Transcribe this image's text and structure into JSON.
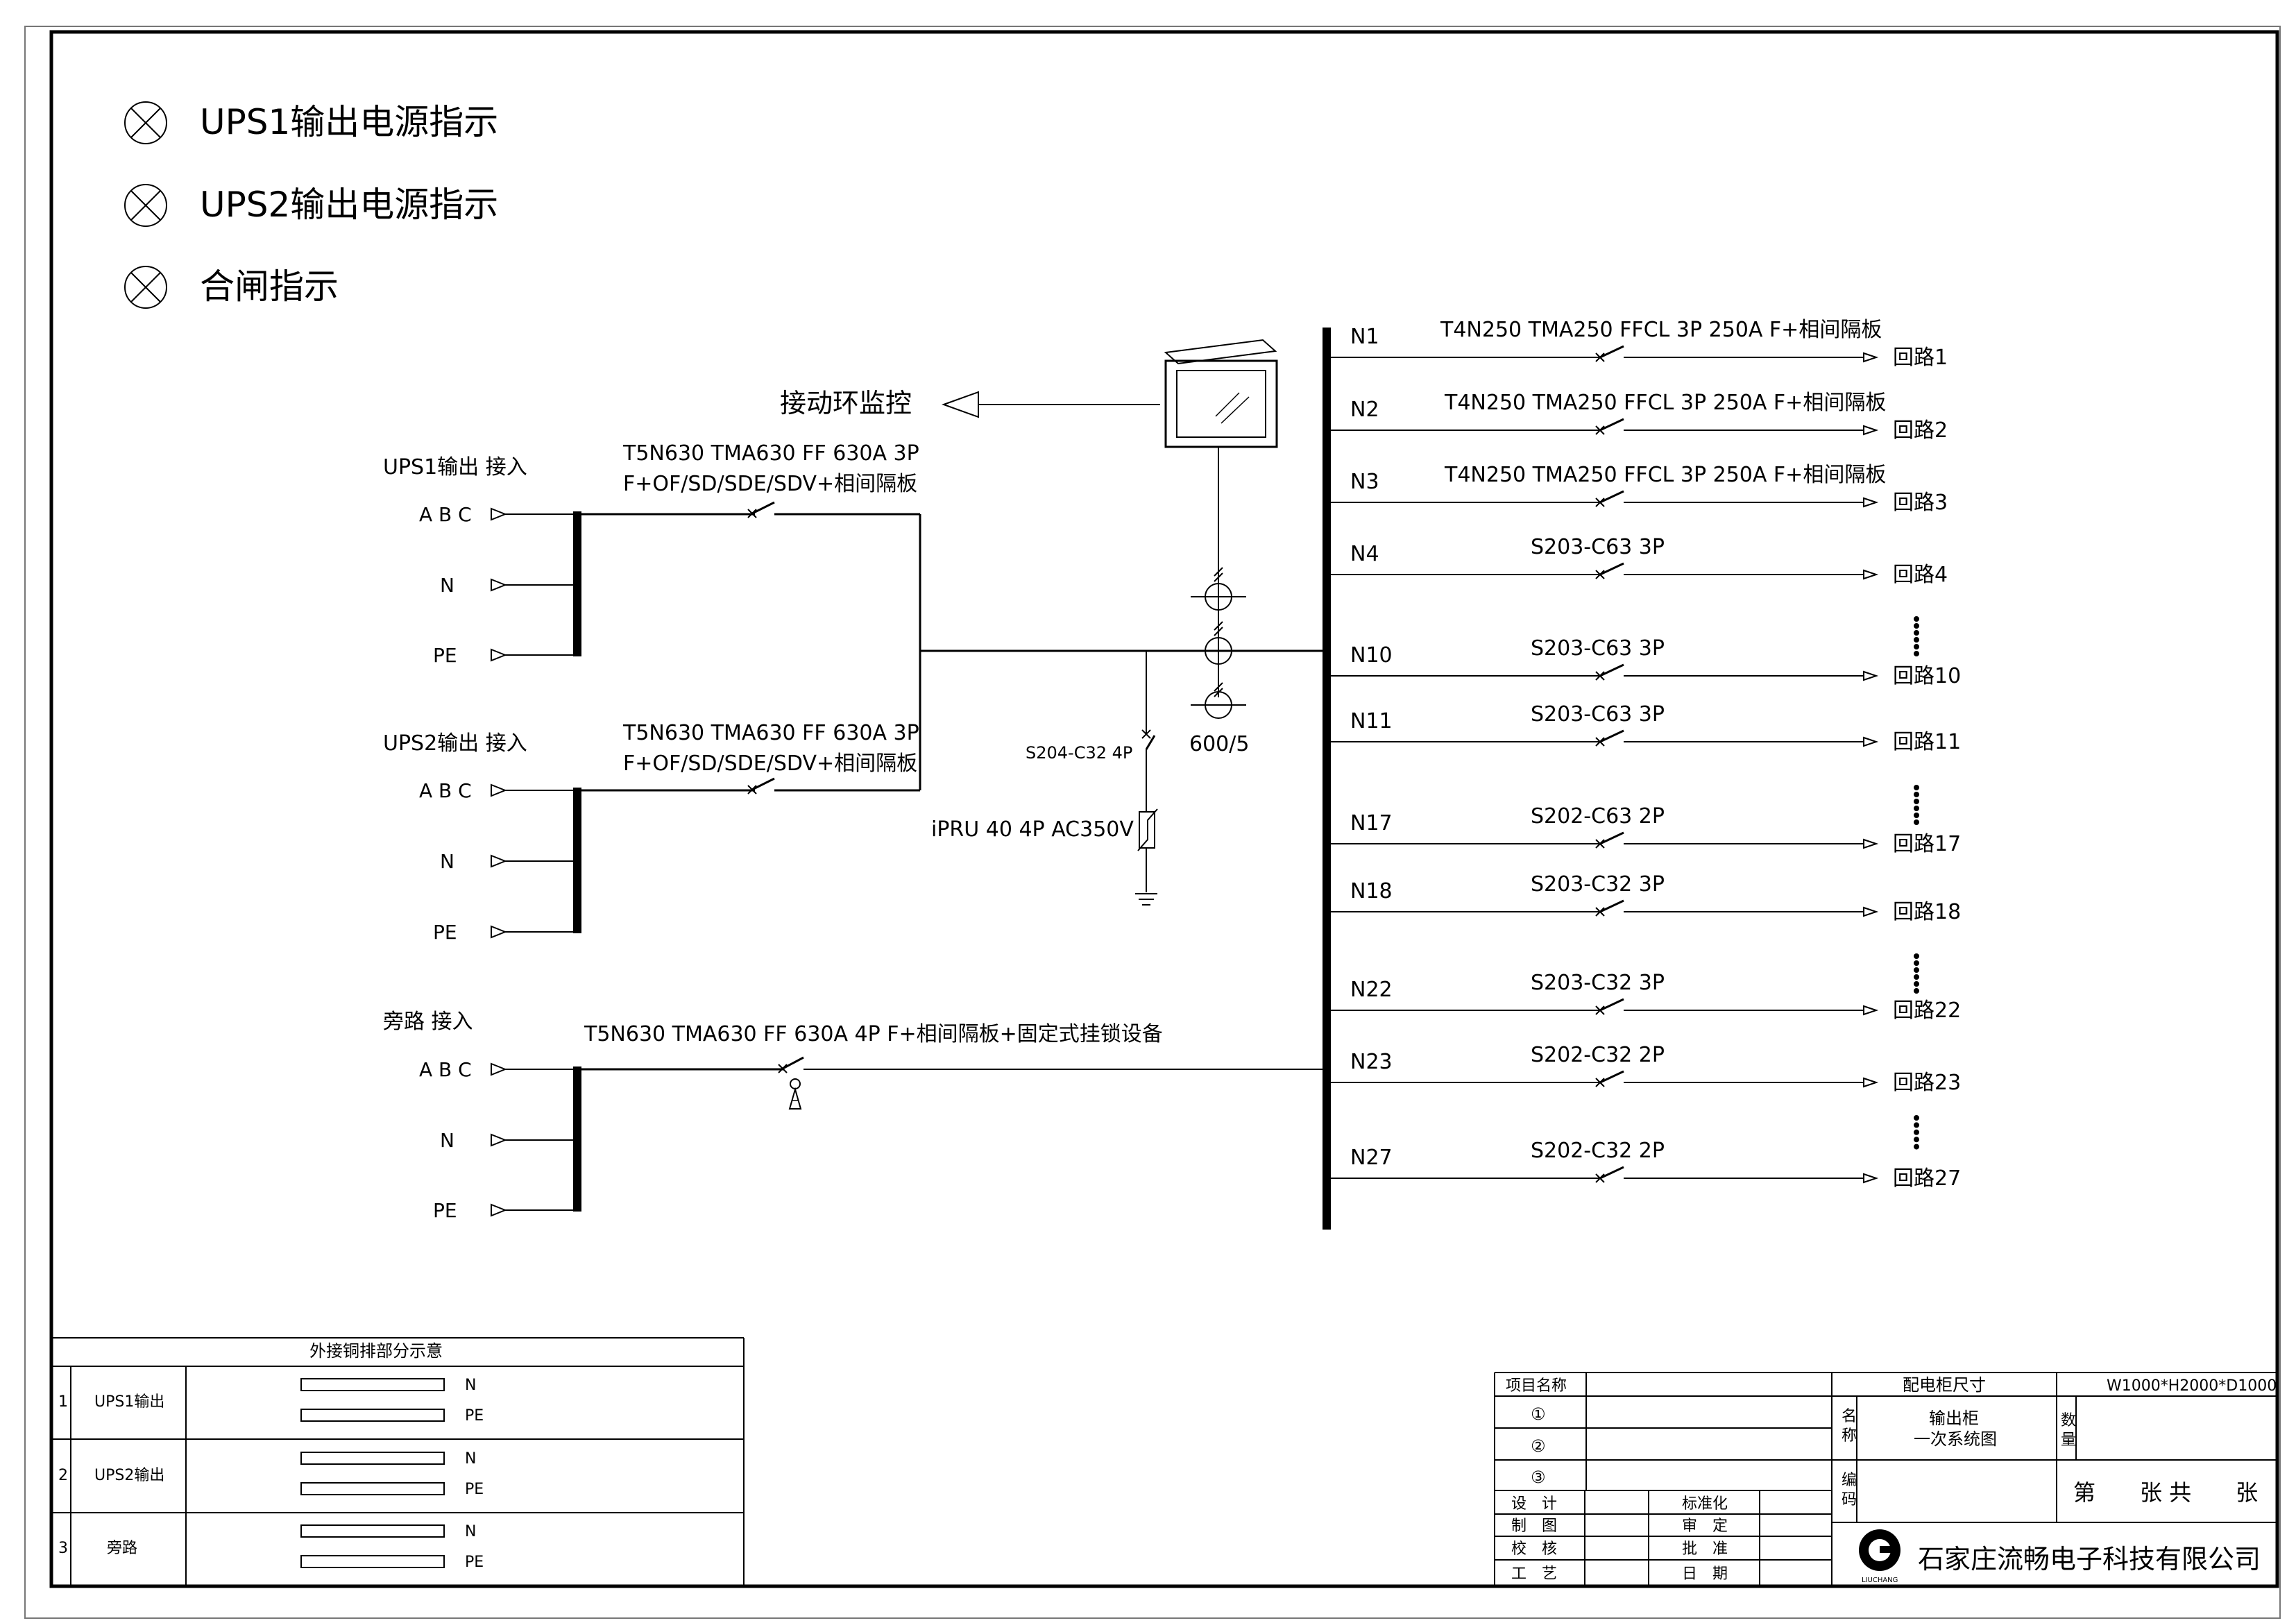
{
  "legend": [
    {
      "label": "UPS1输出电源指示"
    },
    {
      "label": "UPS2输出电源指示"
    },
    {
      "label": "合闸指示"
    }
  ],
  "monitor": {
    "label": "接动环监控"
  },
  "inputs": [
    {
      "title": "UPS1输出 接入",
      "breaker_line1": "T5N630 TMA630 FF 630A 3P",
      "breaker_line2": "F+OF/SD/SDE/SDV+相间隔板",
      "terminals": [
        "A B C",
        "N",
        "PE"
      ]
    },
    {
      "title": "UPS2输出 接入",
      "breaker_line1": "T5N630 TMA630 FF 630A 3P",
      "breaker_line2": "F+OF/SD/SDE/SDV+相间隔板",
      "terminals": [
        "A B C",
        "N",
        "PE"
      ]
    },
    {
      "title": "旁路 接入",
      "breaker_line1": "T5N630 TMA630 FF 630A 4P F+相间隔板+固定式挂锁设备",
      "breaker_line2": "",
      "terminals": [
        "A B C",
        "N",
        "PE"
      ]
    }
  ],
  "spd": {
    "breaker": "S204-C32 4P",
    "arrester": "iPRU 40 4P AC350V"
  },
  "ct": {
    "ratio": "600/5"
  },
  "outputs": [
    {
      "id": "N1",
      "breaker": "T4N250 TMA250 FFCL 3P 250A F+相间隔板",
      "circuit": "回路1"
    },
    {
      "id": "N2",
      "breaker": "T4N250 TMA250 FFCL 3P 250A F+相间隔板",
      "circuit": "回路2"
    },
    {
      "id": "N3",
      "breaker": "T4N250 TMA250 FFCL 3P 250A F+相间隔板",
      "circuit": "回路3"
    },
    {
      "id": "N4",
      "breaker": "S203-C63 3P",
      "circuit": "回路4"
    },
    {
      "id": "N10",
      "breaker": "S203-C63 3P",
      "circuit": "回路10"
    },
    {
      "id": "N11",
      "breaker": "S203-C63 3P",
      "circuit": "回路11"
    },
    {
      "id": "N17",
      "breaker": "S202-C63 2P",
      "circuit": "回路17"
    },
    {
      "id": "N18",
      "breaker": "S203-C32 3P",
      "circuit": "回路18"
    },
    {
      "id": "N22",
      "breaker": "S203-C32 3P",
      "circuit": "回路22"
    },
    {
      "id": "N23",
      "breaker": "S202-C32 2P",
      "circuit": "回路23"
    },
    {
      "id": "N27",
      "breaker": "S202-C32 2P",
      "circuit": "回路27"
    }
  ],
  "busbar_table": {
    "title": "外接铜排部分示意",
    "rows": [
      {
        "no": "1",
        "name": "UPS1输出",
        "bars": [
          "N",
          "PE"
        ]
      },
      {
        "no": "2",
        "name": "UPS2输出",
        "bars": [
          "N",
          "PE"
        ]
      },
      {
        "no": "3",
        "name": "旁路",
        "bars": [
          "N",
          "PE"
        ]
      }
    ]
  },
  "title_block": {
    "project_name_label": "项目名称",
    "cabinet_size_label": "配电柜尺寸",
    "cabinet_size_value": "W1000*H2000*D1000",
    "items": [
      "①",
      "②",
      "③"
    ],
    "name_label": "名\n称",
    "name_value_1": "输出柜",
    "name_value_2": "一次系统图",
    "qty_label": "数\n量",
    "code_label": "编\n码",
    "sheet_text": "第　　张 共　　张",
    "roles_left": [
      "设　计",
      "制　图",
      "校　核",
      "工　艺"
    ],
    "roles_right": [
      "标准化",
      "审　定",
      "批　准",
      "日　期"
    ],
    "company": "石家庄流畅电子科技有限公司",
    "logo_text": "LIUCHANG"
  }
}
